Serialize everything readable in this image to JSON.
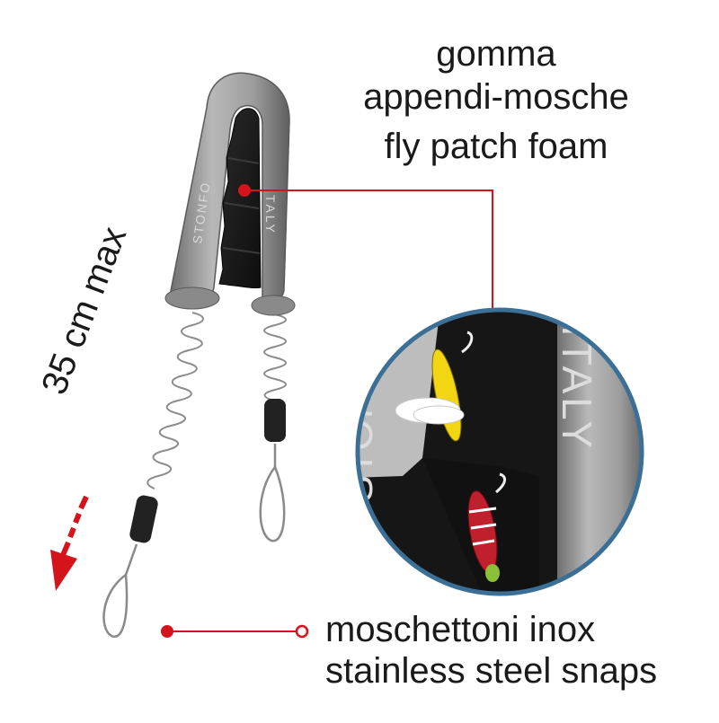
{
  "labels": {
    "foam_it_line1": "gomma",
    "foam_it_line2": "appendi-mosche",
    "foam_en": "fly patch foam",
    "snaps_it": "moschettoni inox",
    "snaps_en": "stainless steel snaps",
    "length": "35 cm max"
  },
  "brand": {
    "left_text": "STONFO",
    "right_text": "ITALY",
    "zoom_left_text": "STON",
    "zoom_right_text": "ITALY"
  },
  "colors": {
    "accent_red": "#d4131b",
    "holder_grey": "#9a9a9a",
    "foam_black": "#1c1c1c",
    "zoom_ring": "#3b6f95"
  },
  "icons": {
    "arrow": "arrow-down-left-icon",
    "pointer_dot": "red-dot-icon",
    "pointer_ring": "red-ring-icon"
  }
}
